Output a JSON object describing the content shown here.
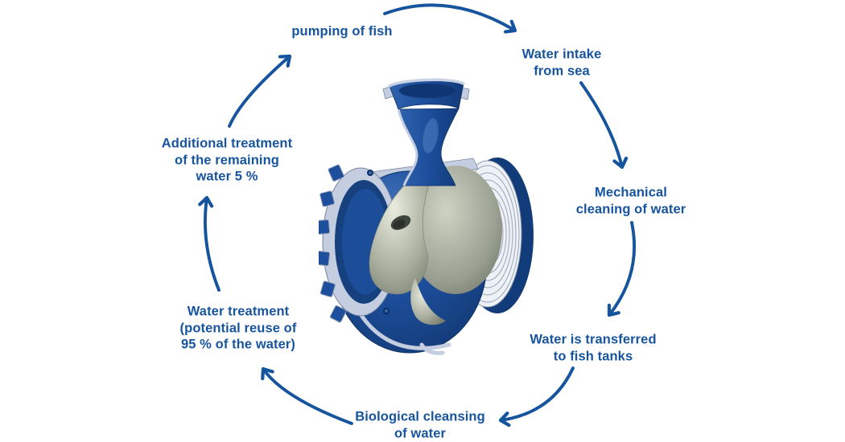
{
  "colors": {
    "accent": "#17549e",
    "pump_blue": "#1e4f9d",
    "pump_blue_dark": "#0e3266",
    "cut_surface": "#c5cee1",
    "impeller_grey": "#abb0a0",
    "disc_bg": "#eef1f6"
  },
  "diagram": {
    "type": "cycle",
    "direction": "clockwise",
    "center_image": "centrifugal-pump-cutaway"
  },
  "steps": [
    {
      "id": "pumping-of-fish",
      "lines": [
        "pumping of fish"
      ]
    },
    {
      "id": "water-intake-from-sea",
      "lines": [
        "Water intake",
        "from sea"
      ]
    },
    {
      "id": "mechanical-cleaning-of-water",
      "lines": [
        "Mechanical",
        "cleaning of water"
      ]
    },
    {
      "id": "water-transferred-to-fish-tanks",
      "lines": [
        "Water is transferred",
        "to fish tanks"
      ]
    },
    {
      "id": "biological-cleansing-of-water",
      "lines": [
        "Biological cleansing",
        "of water"
      ]
    },
    {
      "id": "water-treatment",
      "lines": [
        "Water treatment",
        "(potential reuse of",
        "95 % of the water)"
      ]
    },
    {
      "id": "additional-treatment",
      "lines": [
        "Additional treatment",
        "of the remaining",
        "water 5 %"
      ]
    }
  ]
}
